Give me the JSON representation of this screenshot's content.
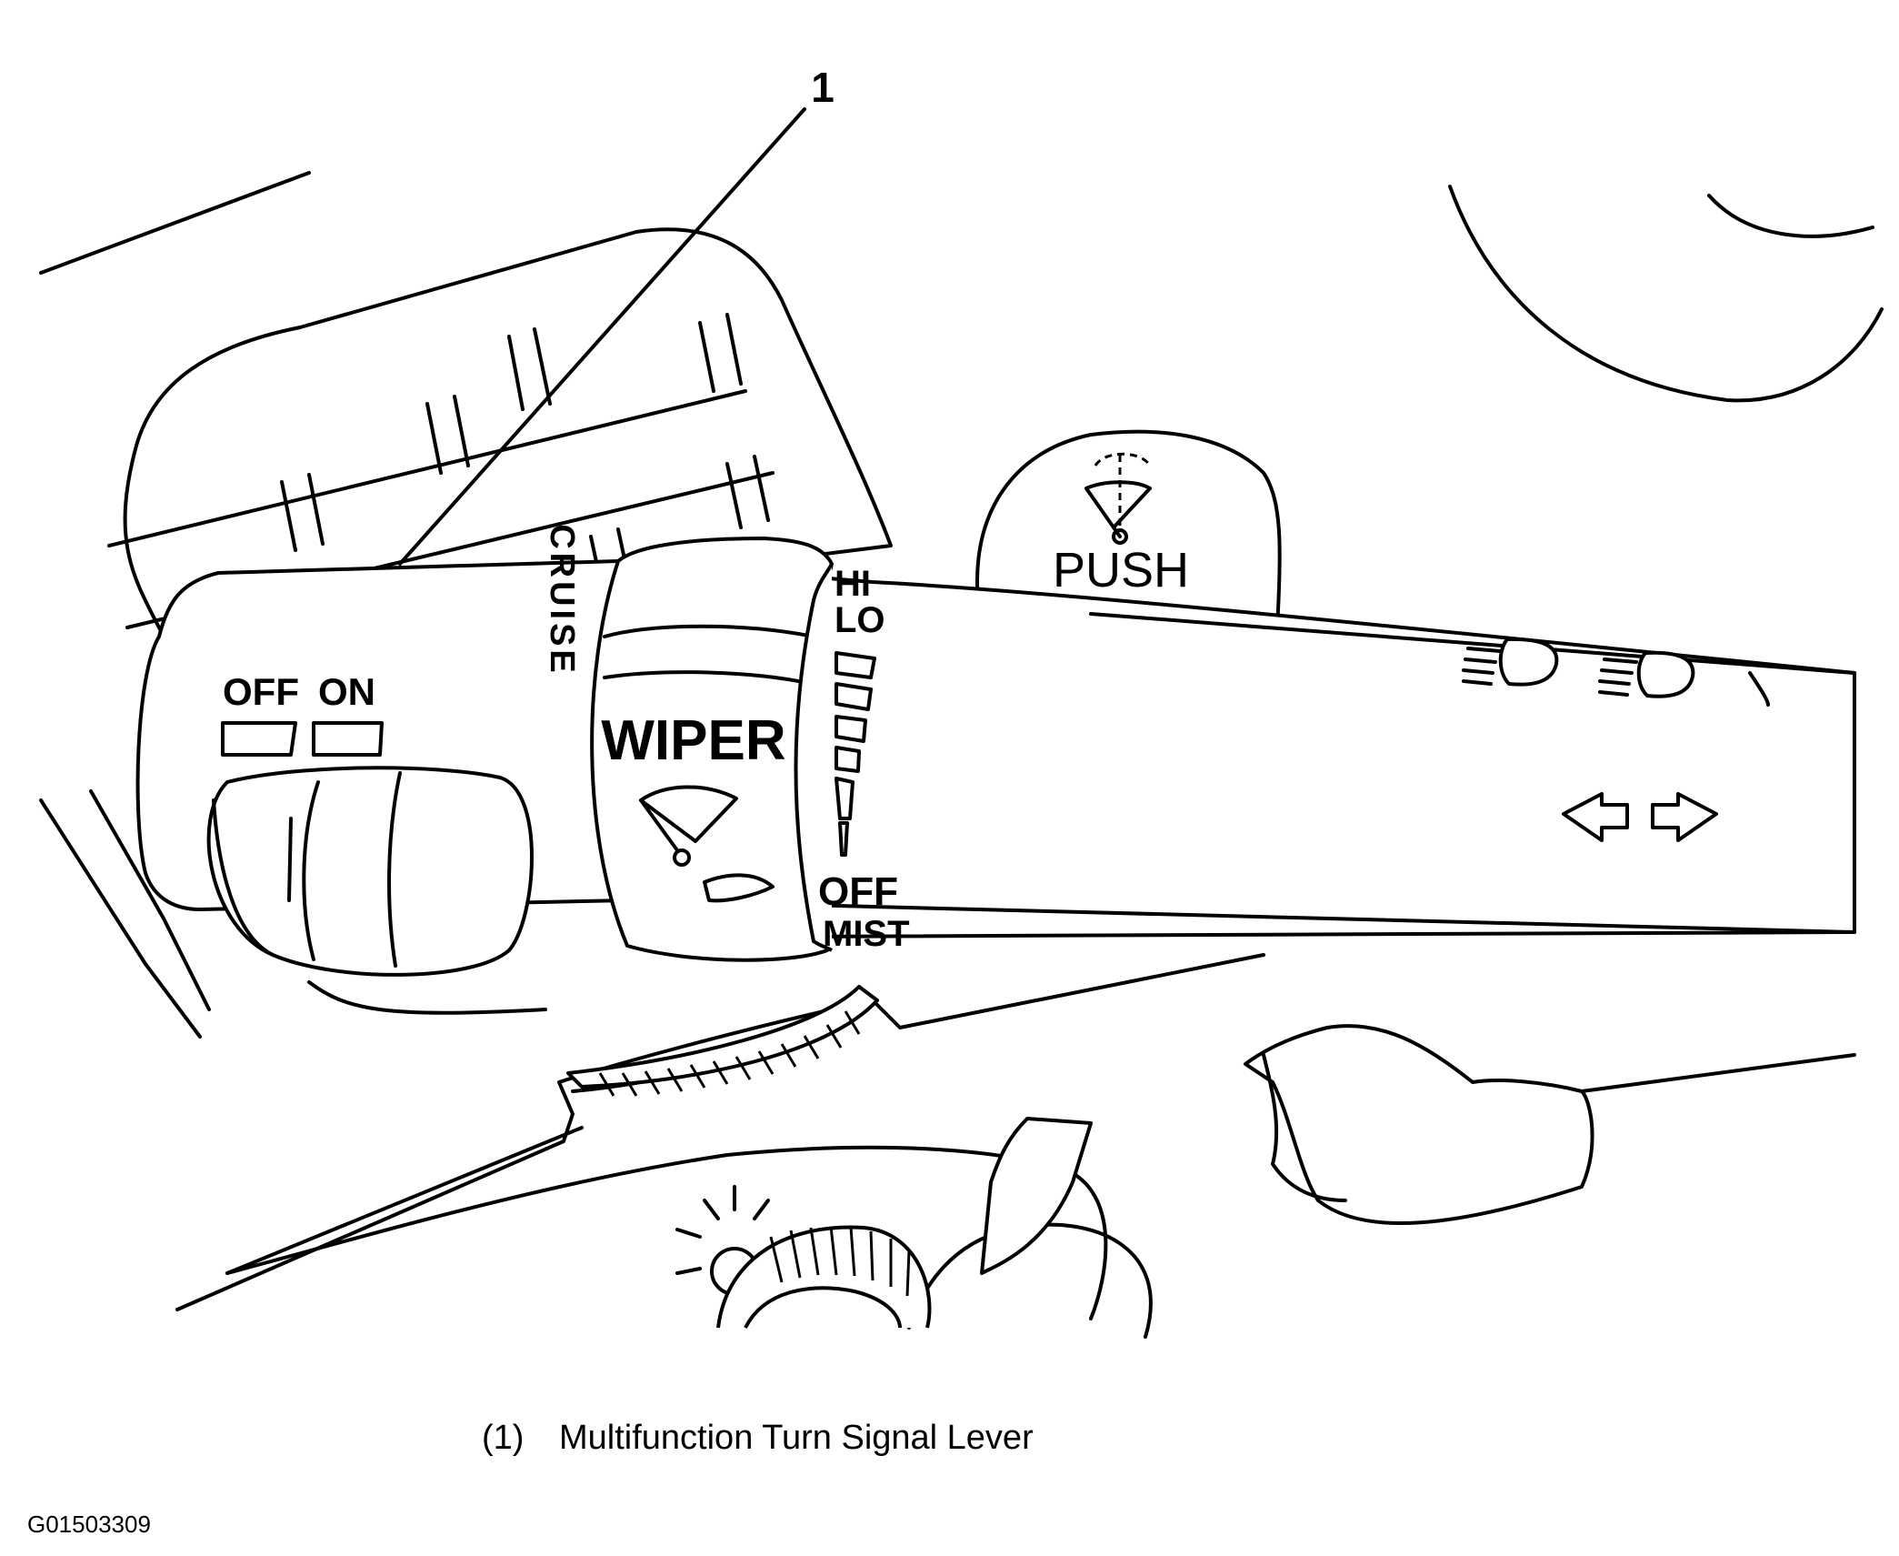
{
  "callout": {
    "number": "1"
  },
  "lever": {
    "cruise_label": "CRUISE",
    "off_label": "OFF",
    "on_label": "ON",
    "wiper_label": "WIPER",
    "hi_label": "HI",
    "lo_label": "LO",
    "wiper_off_label": "OFF",
    "mist_label": "MIST",
    "push_label": "PUSH"
  },
  "caption": {
    "number": "(1)",
    "text": "Multifunction Turn Signal Lever"
  },
  "figure_id": "G01503309",
  "icons": [
    "washer-icon",
    "wiper-icon",
    "headlamp-high-beam-icon",
    "turn-signal-arrows-icon",
    "dimmer-wheel-icon",
    "dash-light-icon"
  ]
}
